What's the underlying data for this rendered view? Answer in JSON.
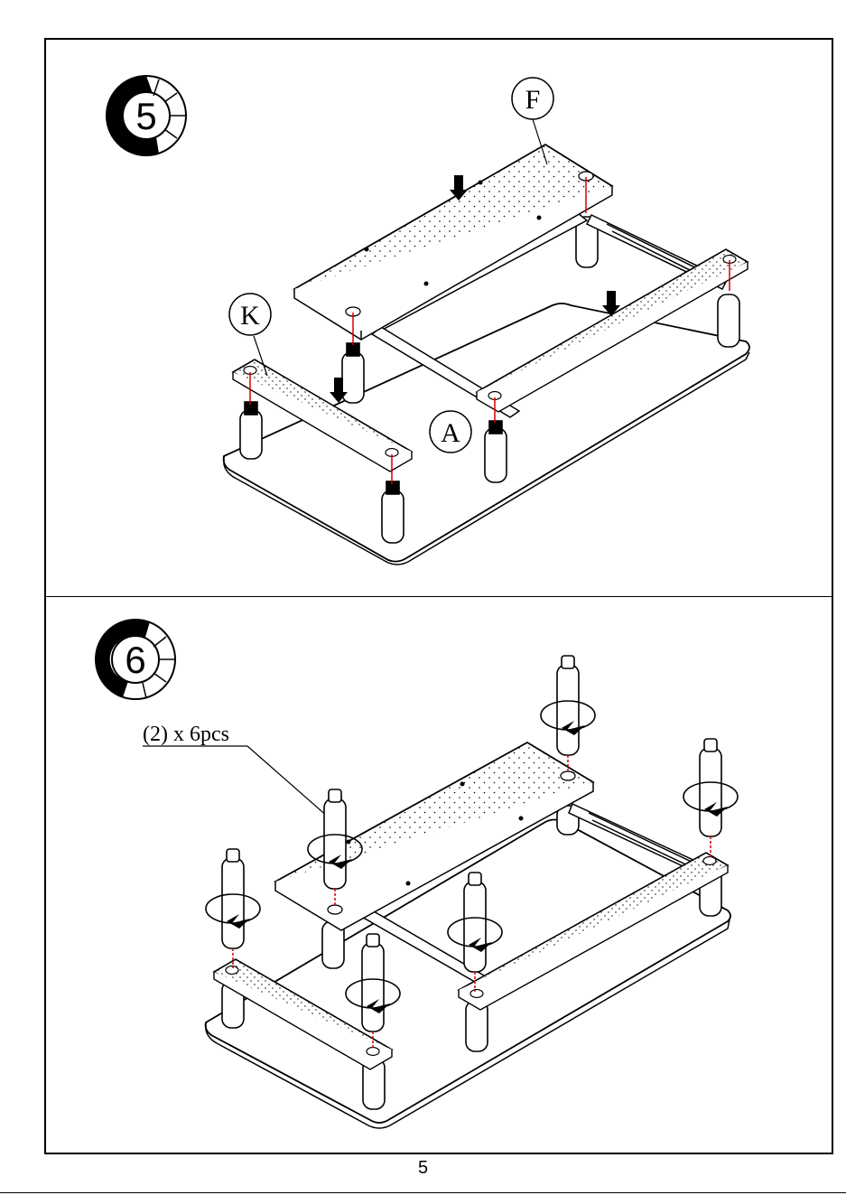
{
  "steps": [
    {
      "number": "5",
      "parts": {
        "f": "F",
        "k": "K",
        "a": "A"
      }
    },
    {
      "number": "6",
      "hardware_callout": "(2) x 6pcs"
    }
  ],
  "page_number": "5",
  "colors": {
    "line": "#000000",
    "guide": "#d40000",
    "panel": "#ffffff"
  },
  "icons": [
    "step-progress-icon",
    "rotate-arrow-icon",
    "insert-arrow-icon"
  ]
}
